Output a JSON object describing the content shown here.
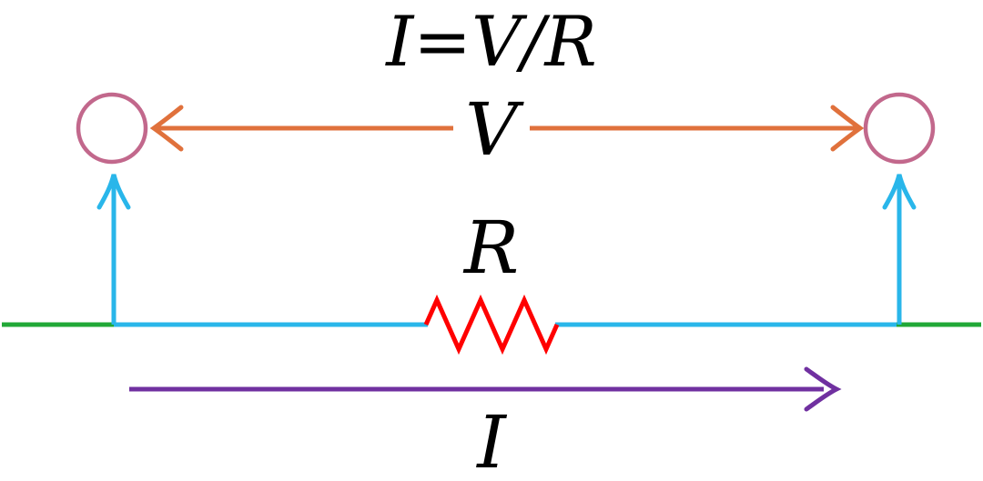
{
  "title": "I=V/R",
  "labels": {
    "voltage": "V",
    "resistance": "R",
    "current": "I"
  },
  "colors": {
    "terminal_circle": "#c2688c",
    "voltage_arrow": "#e0713c",
    "probe_arrow": "#29b6ea",
    "wire_end": "#21a837",
    "wire_main": "#29b6ea",
    "resistor": "#ff0000",
    "current_arrow": "#7030a0"
  }
}
